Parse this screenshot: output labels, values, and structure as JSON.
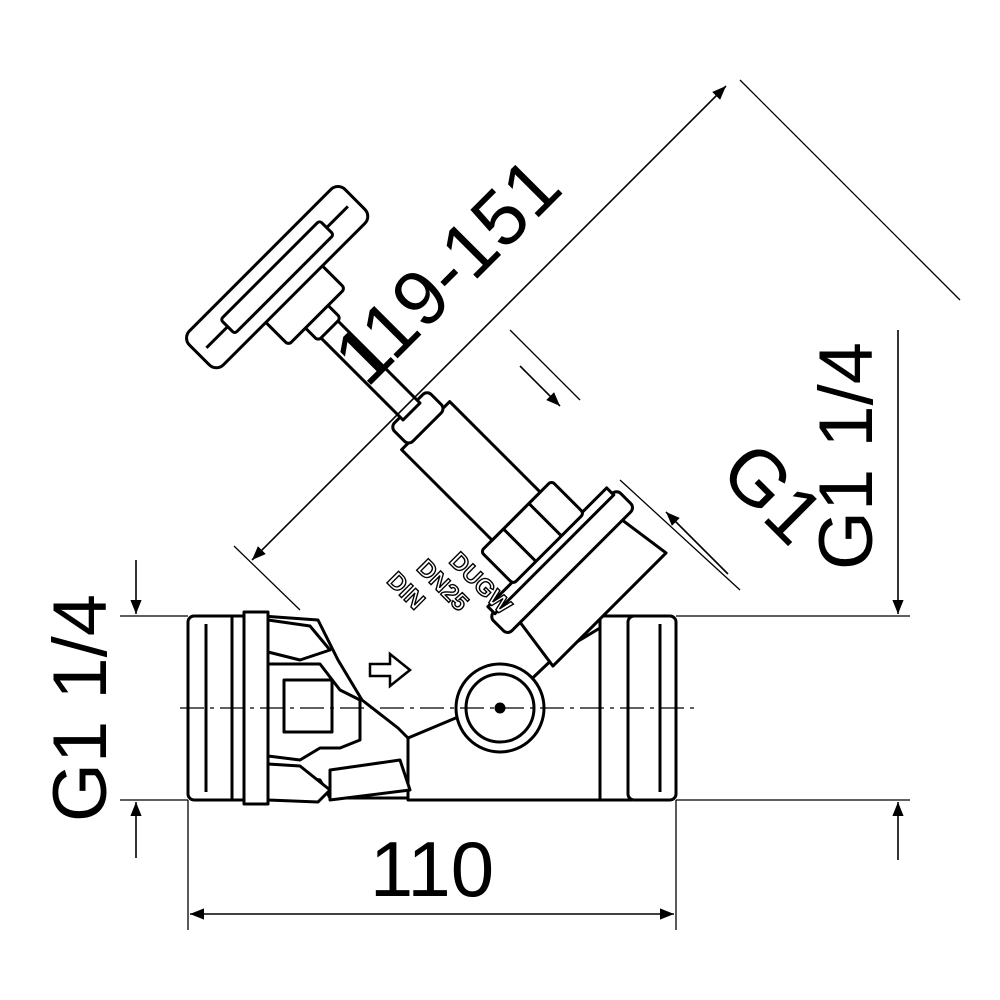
{
  "dimensions": {
    "diagonal_length": "119-151",
    "overall_length": "110",
    "left_thread": "G1 1/4",
    "right_thread": "G1 1/4",
    "bonnet_thread": "G1"
  },
  "body_marking": {
    "line1": "DUGW",
    "line2": "DN25",
    "line3": "DIN"
  },
  "colors": {
    "line": "#000000",
    "background": "#ffffff"
  }
}
